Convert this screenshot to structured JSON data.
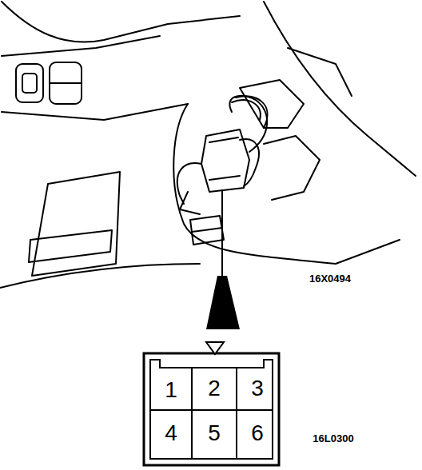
{
  "diagram": {
    "labels": [
      "16X0494",
      "1",
      "2",
      "3",
      "4",
      "5",
      "6",
      "16L0300"
    ]
  }
}
